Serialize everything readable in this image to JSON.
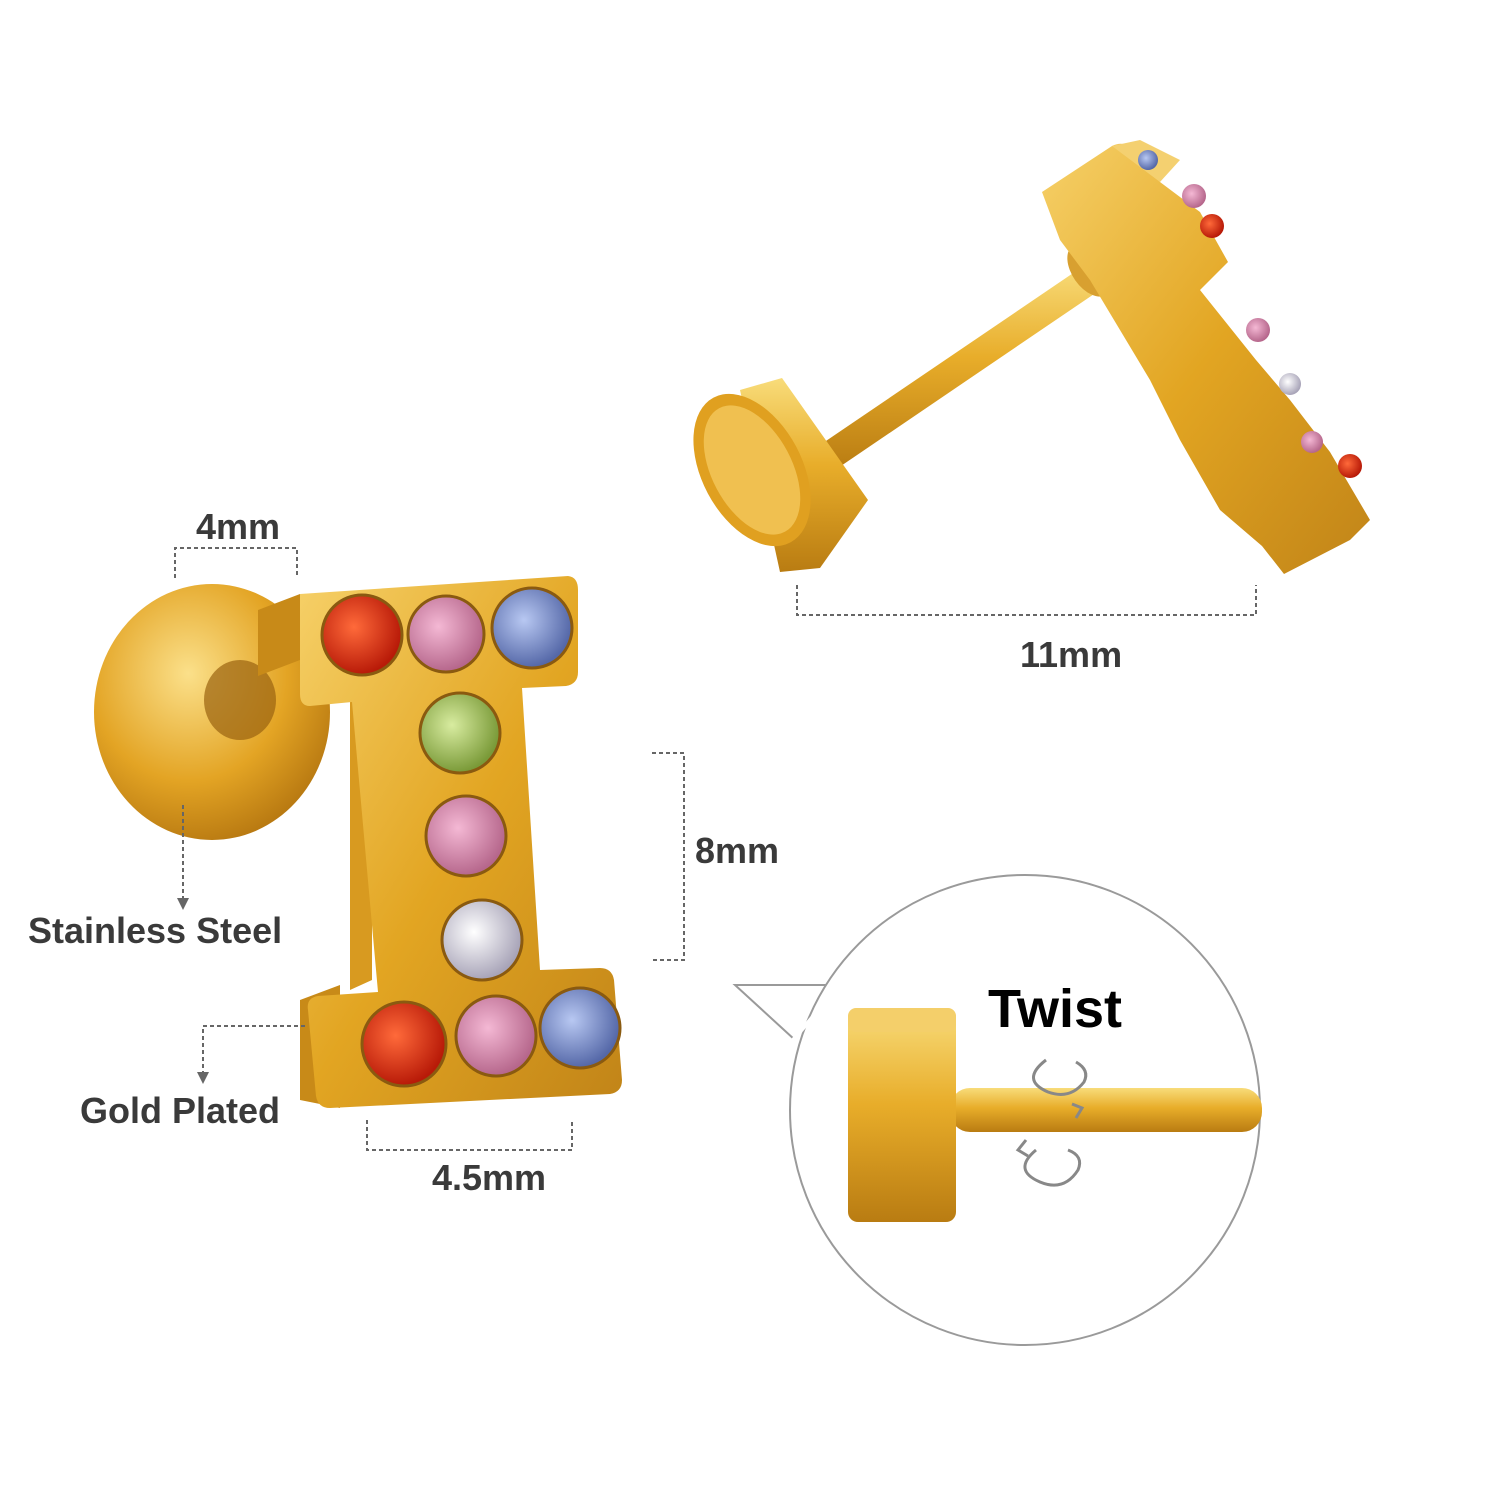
{
  "dimensions": {
    "head_width": "4mm",
    "length": "11mm",
    "height": "8mm",
    "letter_width": "4.5mm"
  },
  "materials": {
    "post": "Stainless Steel",
    "finish": "Gold Plated"
  },
  "callout": {
    "title": "Twist"
  },
  "colors": {
    "gold": "#e0a820",
    "gold_dark": "#b07810",
    "gold_light": "#f8d870",
    "dim_line": "#666666",
    "label": "#3a3a3a"
  },
  "stones_front": [
    "red",
    "pink",
    "blue",
    "green",
    "pink",
    "clear",
    "red",
    "pink",
    "blue"
  ]
}
